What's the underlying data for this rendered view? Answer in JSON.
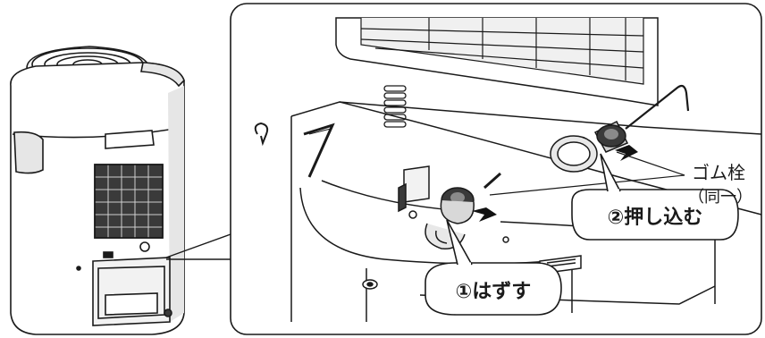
{
  "callouts": {
    "remove": "①はずす",
    "push_in": "②押し込む",
    "part_name": "ゴム栓",
    "same": "（同一）"
  },
  "colors": {
    "line": "#1a1a1a",
    "shade": "#e6e6e6",
    "dark": "#3a3a3a",
    "arrow": "#111111"
  }
}
